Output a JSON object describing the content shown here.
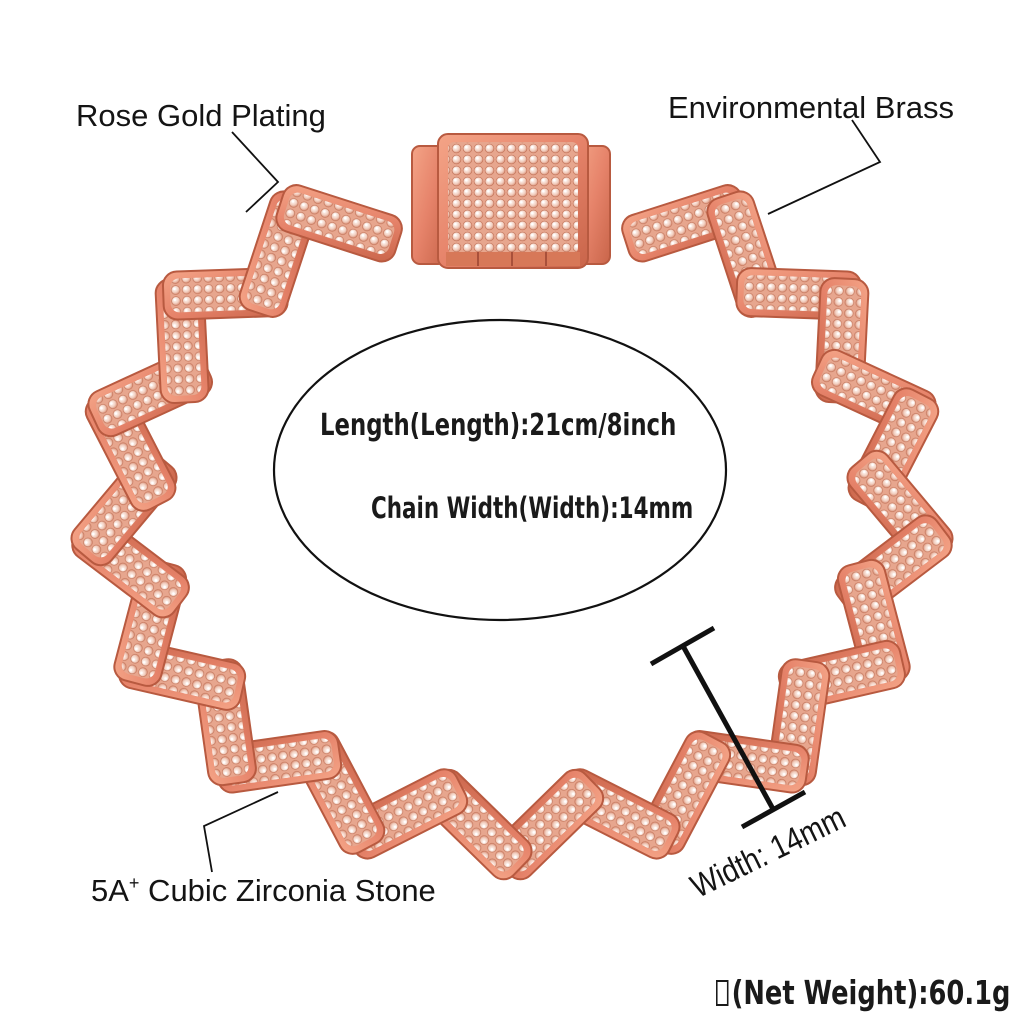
{
  "callouts": {
    "plating": "Rose Gold Plating",
    "material": "Environmental Brass",
    "stone_prefix": "5A",
    "stone_sup": "+",
    "stone_suffix": " Cubic Zirconia Stone"
  },
  "specs": {
    "length": "Length(Length):21cm/8inch",
    "chain_width": "Chain Width(Width):14mm"
  },
  "measure": {
    "width": "Width: 14mm"
  },
  "footer": {
    "net_weight": "(Net Weight):60.1g"
  },
  "colors": {
    "rose_gold": "#e8896a",
    "rose_gold_dark": "#c8674a",
    "stone": "#f6e2d8",
    "ink": "#141414"
  }
}
